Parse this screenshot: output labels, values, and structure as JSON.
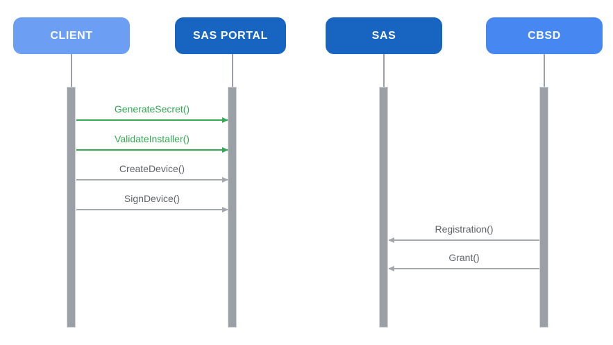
{
  "diagram": {
    "type": "sequence-diagram",
    "actors": [
      {
        "id": "client",
        "label": "CLIENT",
        "color": "#6C9FF3"
      },
      {
        "id": "sas-portal",
        "label": "SAS PORTAL",
        "color": "#1765C1"
      },
      {
        "id": "sas",
        "label": "SAS",
        "color": "#1765C1"
      },
      {
        "id": "cbsd",
        "label": "CBSD",
        "color": "#4787F2"
      }
    ],
    "messages": [
      {
        "label": "GenerateSecret()",
        "from": "CLIENT",
        "to": "SAS PORTAL",
        "direction": "right",
        "color": "#34A853"
      },
      {
        "label": "ValidateInstaller()",
        "from": "CLIENT",
        "to": "SAS PORTAL",
        "direction": "right",
        "color": "#34A853"
      },
      {
        "label": "CreateDevice()",
        "from": "CLIENT",
        "to": "SAS PORTAL",
        "direction": "right",
        "color": "#5F6368"
      },
      {
        "label": "SignDevice()",
        "from": "CLIENT",
        "to": "SAS PORTAL",
        "direction": "right",
        "color": "#5F6368"
      },
      {
        "label": "Registration()",
        "from": "CBSD",
        "to": "SAS",
        "direction": "left",
        "color": "#5F6368"
      },
      {
        "label": "Grant()",
        "from": "CBSD",
        "to": "SAS",
        "direction": "left",
        "color": "#5F6368"
      }
    ],
    "colors": {
      "background": "#FFFFFF",
      "lifeline": "#9AA0A6",
      "activation_bar_fill": "#9AA0A6",
      "activation_bar_border": "#D5D7DA",
      "green_message": "#34A853",
      "gray_message_text": "#5F6368",
      "gray_message_line": "#A2A7AC"
    }
  }
}
